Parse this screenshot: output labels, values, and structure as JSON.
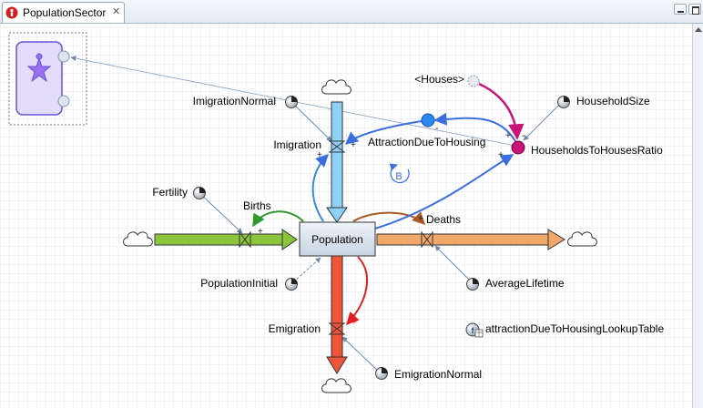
{
  "tab": {
    "title": "PopulationSector"
  },
  "diagram": {
    "stock": {
      "label": "Population"
    },
    "flows": {
      "births": "Births",
      "deaths": "Deaths",
      "immigration": "Imigration",
      "emigration": "Emigration"
    },
    "parameters": {
      "immigration_normal": "ImigrationNormal",
      "fertility": "Fertility",
      "population_initial": "PopulationInitial",
      "average_lifetime": "AverageLifetime",
      "emigration_normal": "EmigrationNormal",
      "household_size": "HouseholdSize"
    },
    "shadow_variable": {
      "label": "<Houses>"
    },
    "dynamic_variables": {
      "households_to_houses_ratio": "HouseholdsToHousesRatio",
      "attraction_due_to_housing": "AttractionDueToHousing"
    },
    "table_function": {
      "label": "attractionDueToHousingLookupTable"
    },
    "loop": {
      "label": "B"
    },
    "polarity": {
      "plus": "+",
      "minus": "-"
    }
  },
  "colors": {
    "births_flow": "#8cc43c",
    "deaths_flow": "#f0a86a",
    "immigration_flow": "#8fd0f6",
    "emigration_flow": "#f0553a",
    "causal_link": "#3c6ee0",
    "births_link": "#2e9a2e",
    "deaths_link": "#a85a2a",
    "emigration_link": "#e02020",
    "houses_link": "#c8157a",
    "ratio_node": "#c8157a",
    "attraction_node": "#2a8af0",
    "agent_fill": "#9a70f0"
  }
}
